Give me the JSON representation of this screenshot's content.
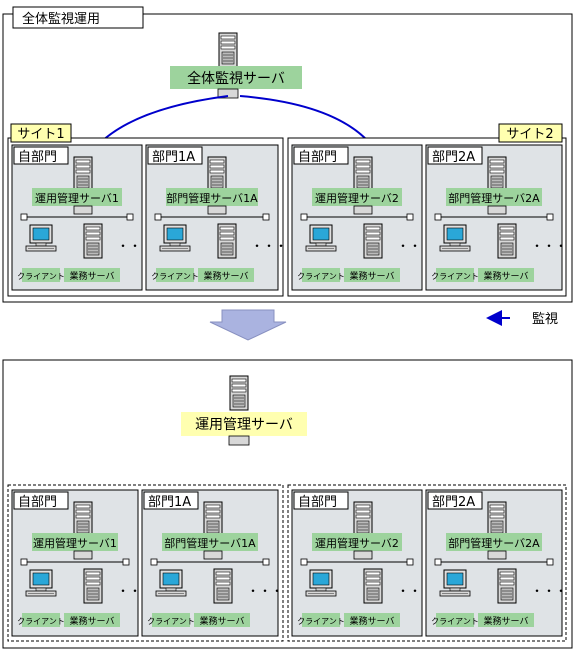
{
  "top": {
    "title": "全体監視運用",
    "central_server": "全体監視サーバ",
    "sites": [
      {
        "label": "サイト1",
        "departments": [
          {
            "name": "自部門",
            "ops_server": "運用管理サーバ1",
            "client": "クライアント",
            "biz_server": "業務サーバ"
          },
          {
            "name": "部門1A",
            "ops_server": "部門管理サーバ1A",
            "client": "クライアント",
            "biz_server": "業務サーバ"
          }
        ]
      },
      {
        "label": "サイト2",
        "departments": [
          {
            "name": "自部門",
            "ops_server": "運用管理サーバ2",
            "client": "クライアント",
            "biz_server": "業務サーバ"
          },
          {
            "name": "部門2A",
            "ops_server": "部門管理サーバ2A",
            "client": "クライアント",
            "biz_server": "業務サーバ"
          }
        ]
      }
    ]
  },
  "legend": {
    "monitor": "監視"
  },
  "bottom": {
    "central_server": "運用管理サーバ",
    "groups": [
      {
        "departments": [
          {
            "name": "自部門",
            "ops_server": "運用管理サーバ1",
            "client": "クライアント",
            "biz_server": "業務サーバ"
          },
          {
            "name": "部門1A",
            "ops_server": "部門管理サーバ1A",
            "client": "クライアント",
            "biz_server": "業務サーバ"
          }
        ]
      },
      {
        "departments": [
          {
            "name": "自部門",
            "ops_server": "運用管理サーバ2",
            "client": "クライアント",
            "biz_server": "業務サーバ"
          },
          {
            "name": "部門2A",
            "ops_server": "部門管理サーバ2A",
            "client": "クライアント",
            "biz_server": "業務サーバ"
          }
        ]
      }
    ]
  },
  "ellipsis": "・・・",
  "colors": {
    "green": "#9dd39d",
    "yellow": "#ffffb0",
    "gray_box": "#dfe3e6",
    "arrow": "#0000cc",
    "down_arrow": "#aab3e0"
  }
}
